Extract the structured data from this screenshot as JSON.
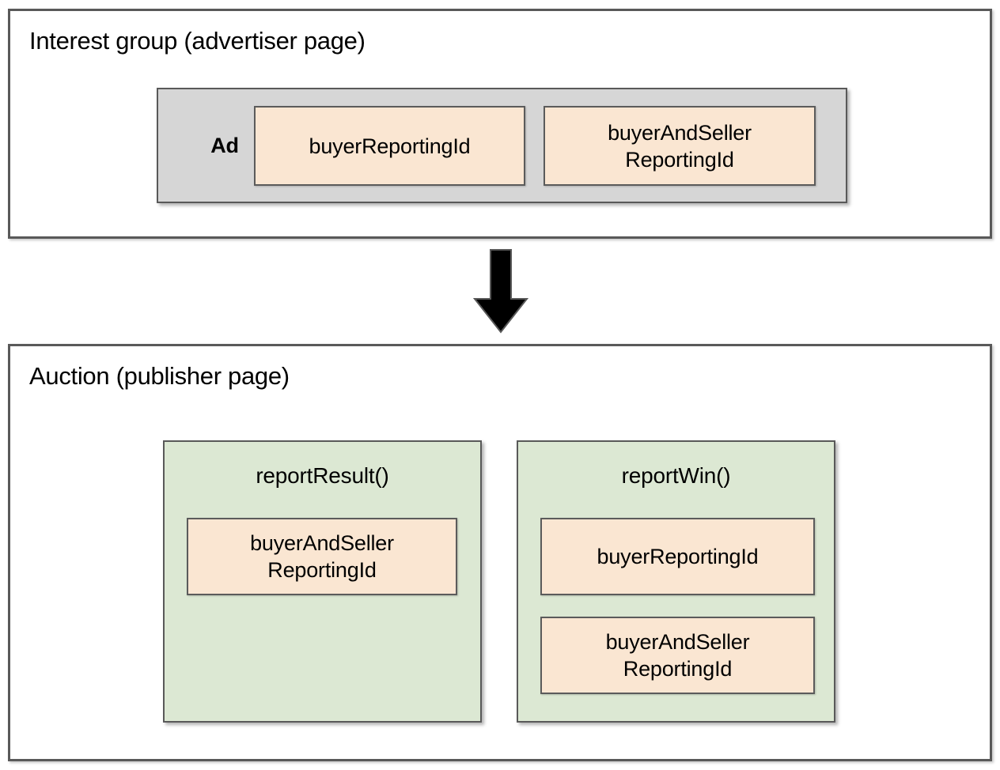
{
  "diagram": {
    "title_top": "Interest group (advertiser page)",
    "title_bottom": "Auction (publisher page)",
    "colors": {
      "peach_fill": "#FAE6D2",
      "green_fill": "#DCE8D3",
      "gray_fill": "#D6D6D6",
      "border": "#595959",
      "arrow": "#000000",
      "text": "#000000",
      "page_background": "#FFFFFF"
    },
    "flow_arrow": {
      "direction": "down",
      "name": "downward-arrow"
    },
    "interest_group": {
      "title": "Interest group (advertiser page)",
      "ad_container": {
        "label": "Ad",
        "fields": [
          {
            "label": "buyerReportingId"
          },
          {
            "label": "buyerAndSeller\nReportingId"
          }
        ]
      }
    },
    "auction": {
      "title": "Auction (publisher page)",
      "functions": [
        {
          "name": "reportResult()",
          "fields": [
            {
              "label": "buyerAndSeller\nReportingId"
            }
          ]
        },
        {
          "name": "reportWin()",
          "fields": [
            {
              "label": "buyerReportingId"
            },
            {
              "label": "buyerAndSeller\nReportingId"
            }
          ]
        }
      ]
    }
  }
}
